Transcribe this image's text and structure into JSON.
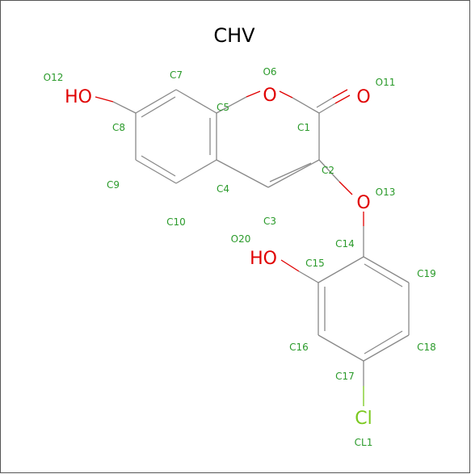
{
  "title": "CHV",
  "colors": {
    "bond": "#888888",
    "oxygen": "#e00000",
    "chlorine": "#7ac81e",
    "atom_label": "#2a9a2a"
  },
  "hetero_atoms": {
    "ho_top": "HO",
    "o_ring": "O",
    "o_carbonyl": "O",
    "o_ether": "O",
    "ho_phenol": "HO",
    "cl": "Cl"
  },
  "atom_labels": {
    "O12": "O12",
    "C7": "C7",
    "O6": "O6",
    "O11": "O11",
    "C8": "C8",
    "C5": "C5",
    "C1": "C1",
    "C9": "C9",
    "C4": "C4",
    "C2": "C2",
    "O13": "O13",
    "C10": "C10",
    "C3": "C3",
    "O20": "O20",
    "C14": "C14",
    "C15": "C15",
    "C19": "C19",
    "C16": "C16",
    "C18": "C18",
    "C17": "C17",
    "CL1": "CL1"
  }
}
